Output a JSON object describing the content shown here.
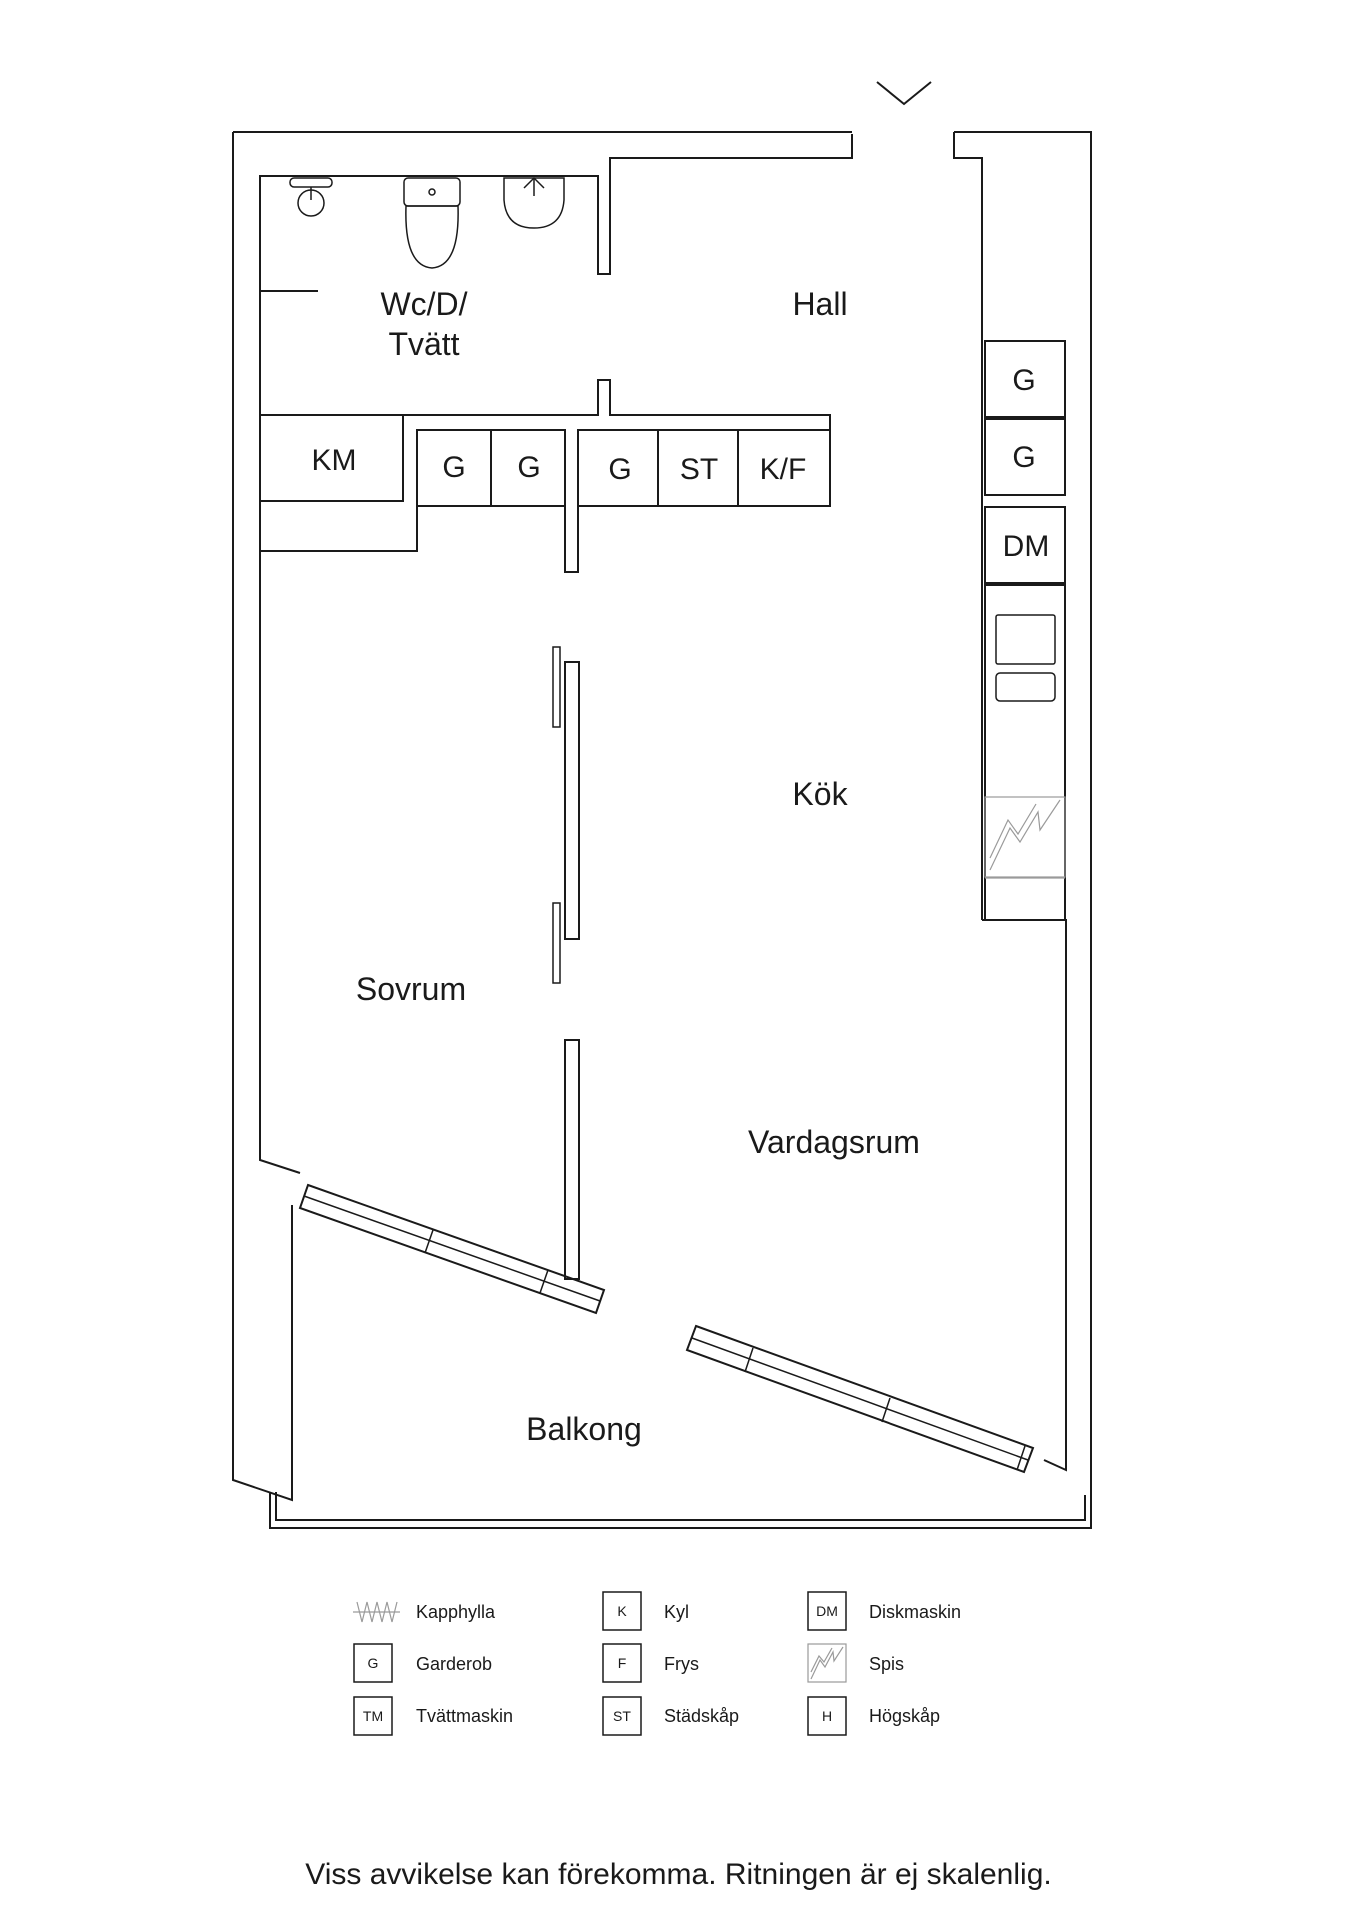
{
  "rooms": {
    "wc": [
      "Wc/D/",
      "Tvätt"
    ],
    "hall": "Hall",
    "kok": "Kök",
    "sovrum": "Sovrum",
    "vardagsrum": "Vardagsrum",
    "balkong": "Balkong"
  },
  "fixtures": {
    "km": "KM",
    "wardrobe_1": "G",
    "wardrobe_2": "G",
    "wardrobe_3": "G",
    "cleaning_cabinet": "ST",
    "fridge_freezer": "K/F",
    "hall_wardrobe_1": "G",
    "hall_wardrobe_2": "G",
    "dishwasher": "DM"
  },
  "legend": [
    {
      "code": "",
      "label": "Kapphylla",
      "icon": "coat-rack-icon"
    },
    {
      "code": "G",
      "label": "Garderob"
    },
    {
      "code": "TM",
      "label": "Tvättmaskin"
    },
    {
      "code": "K",
      "label": "Kyl"
    },
    {
      "code": "F",
      "label": "Frys"
    },
    {
      "code": "ST",
      "label": "Städskåp"
    },
    {
      "code": "DM",
      "label": "Diskmaskin"
    },
    {
      "code": "",
      "label": "Spis",
      "icon": "stove-icon"
    },
    {
      "code": "H",
      "label": "Högskåp"
    }
  ],
  "disclaimer": "Viss avvikelse kan förekomma. Ritningen är ej skalenlig.",
  "colors": {
    "line": "#1a1a1a",
    "background": "#ffffff"
  }
}
